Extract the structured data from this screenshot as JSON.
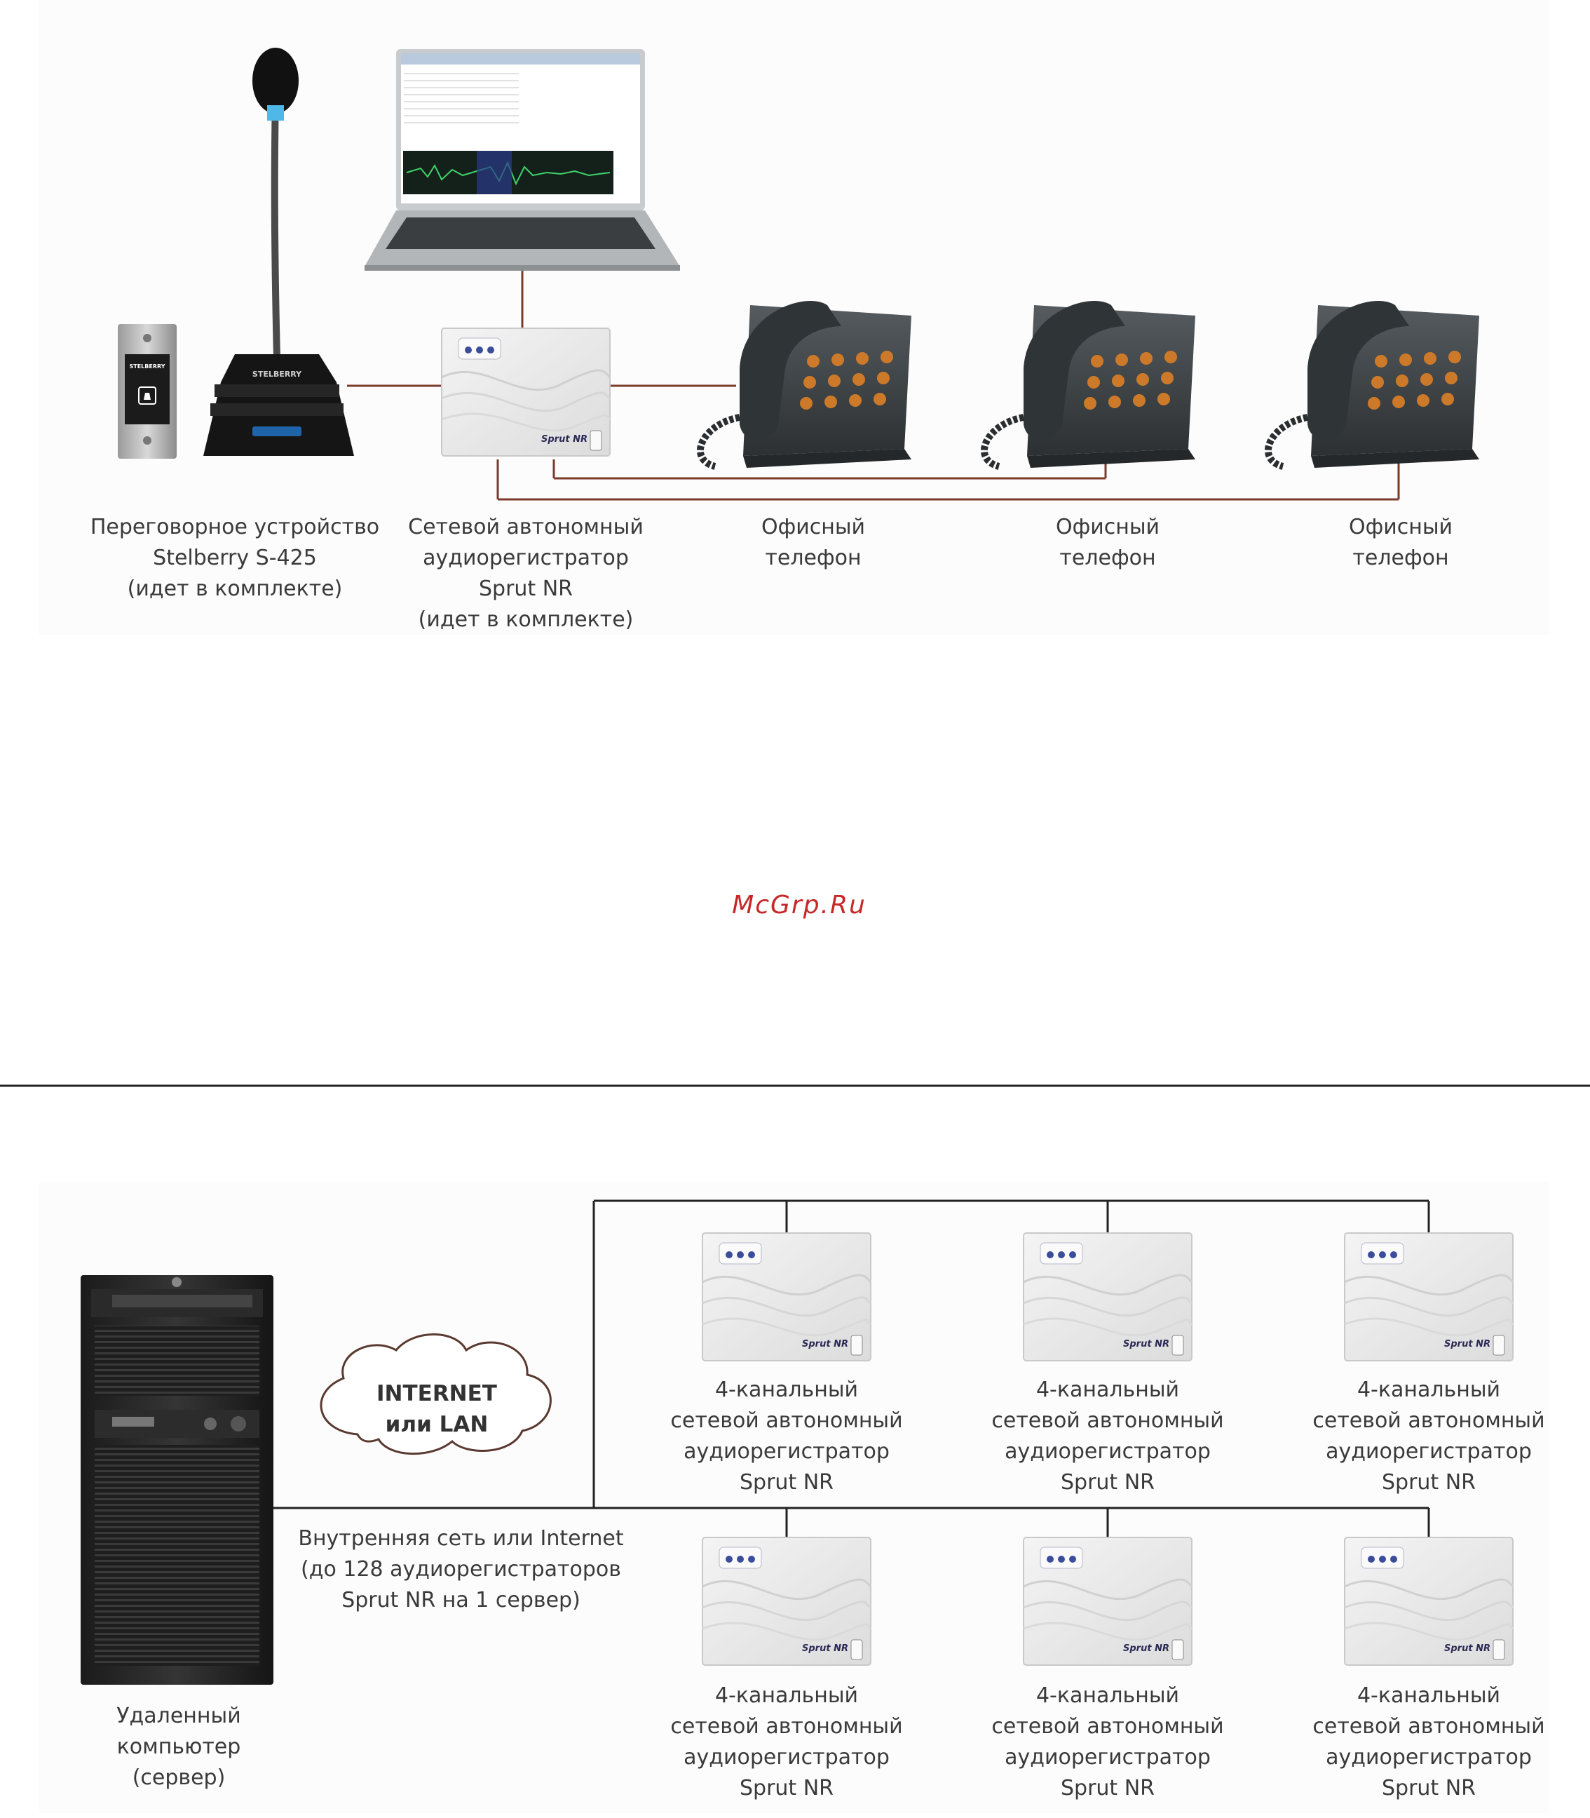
{
  "watermark": "McGrp.Ru",
  "top_diagram": {
    "panel_brand": "STELBERRY",
    "console_brand": "STELBERRY",
    "recorder_brand": "Sprut NR",
    "labels": {
      "intercom": [
        "Переговорное устройство",
        "Stelberry S-425",
        "(идет в комплекте)"
      ],
      "recorder": [
        "Сетевой автономный",
        "аудиорегистратор",
        "Sprut NR",
        "(идет в комплекте)"
      ],
      "phone1": [
        "Офисный",
        "телефон"
      ],
      "phone2": [
        "Офисный",
        "телефон"
      ],
      "phone3": [
        "Офисный",
        "телефон"
      ]
    }
  },
  "bottom_diagram": {
    "cloud": [
      "INTERNET",
      "или LAN"
    ],
    "network_note": [
      "Внутренняя сеть или Internet",
      "(до 128 аудиорегистраторов",
      "Sprut NR на 1 сервер)"
    ],
    "server_label": [
      "Удаленный",
      "компьютер",
      "(сервер)"
    ],
    "recorder_brand": "Sprut NR",
    "recorder_label": [
      "4-канальный",
      "сетевой автономный",
      "аудиорегистратор",
      "Sprut NR"
    ],
    "recorder_count": 6
  },
  "colors": {
    "line_top": "#7a3a2a",
    "line_bottom": "#222222",
    "device_body": "#e9e9e9",
    "phone_body": "#3a3f42",
    "text": "#3a3a3a",
    "watermark": "#c62828"
  }
}
